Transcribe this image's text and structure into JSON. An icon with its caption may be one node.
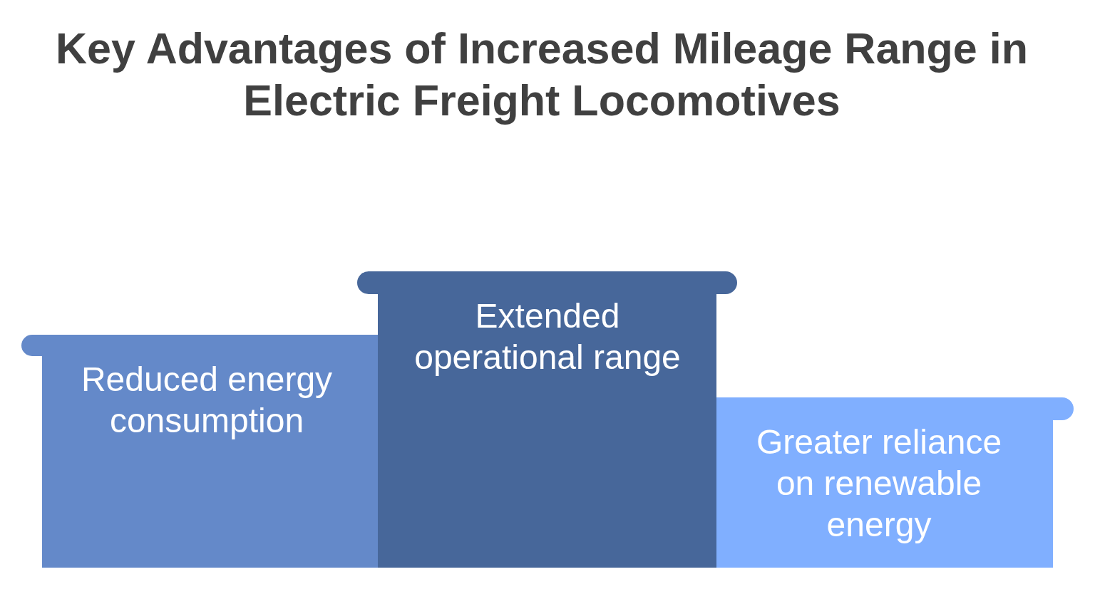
{
  "diagram": {
    "title": "Key Advantages of Increased Mileage Range in Electric Freight Locomotives",
    "nodes": [
      {
        "text": [
          "Reduced energy consumption"
        ]
      },
      {
        "text": [
          "Extended operational range"
        ]
      },
      {
        "text": [
          "Greater reliance on renewable energy"
        ]
      }
    ]
  }
}
